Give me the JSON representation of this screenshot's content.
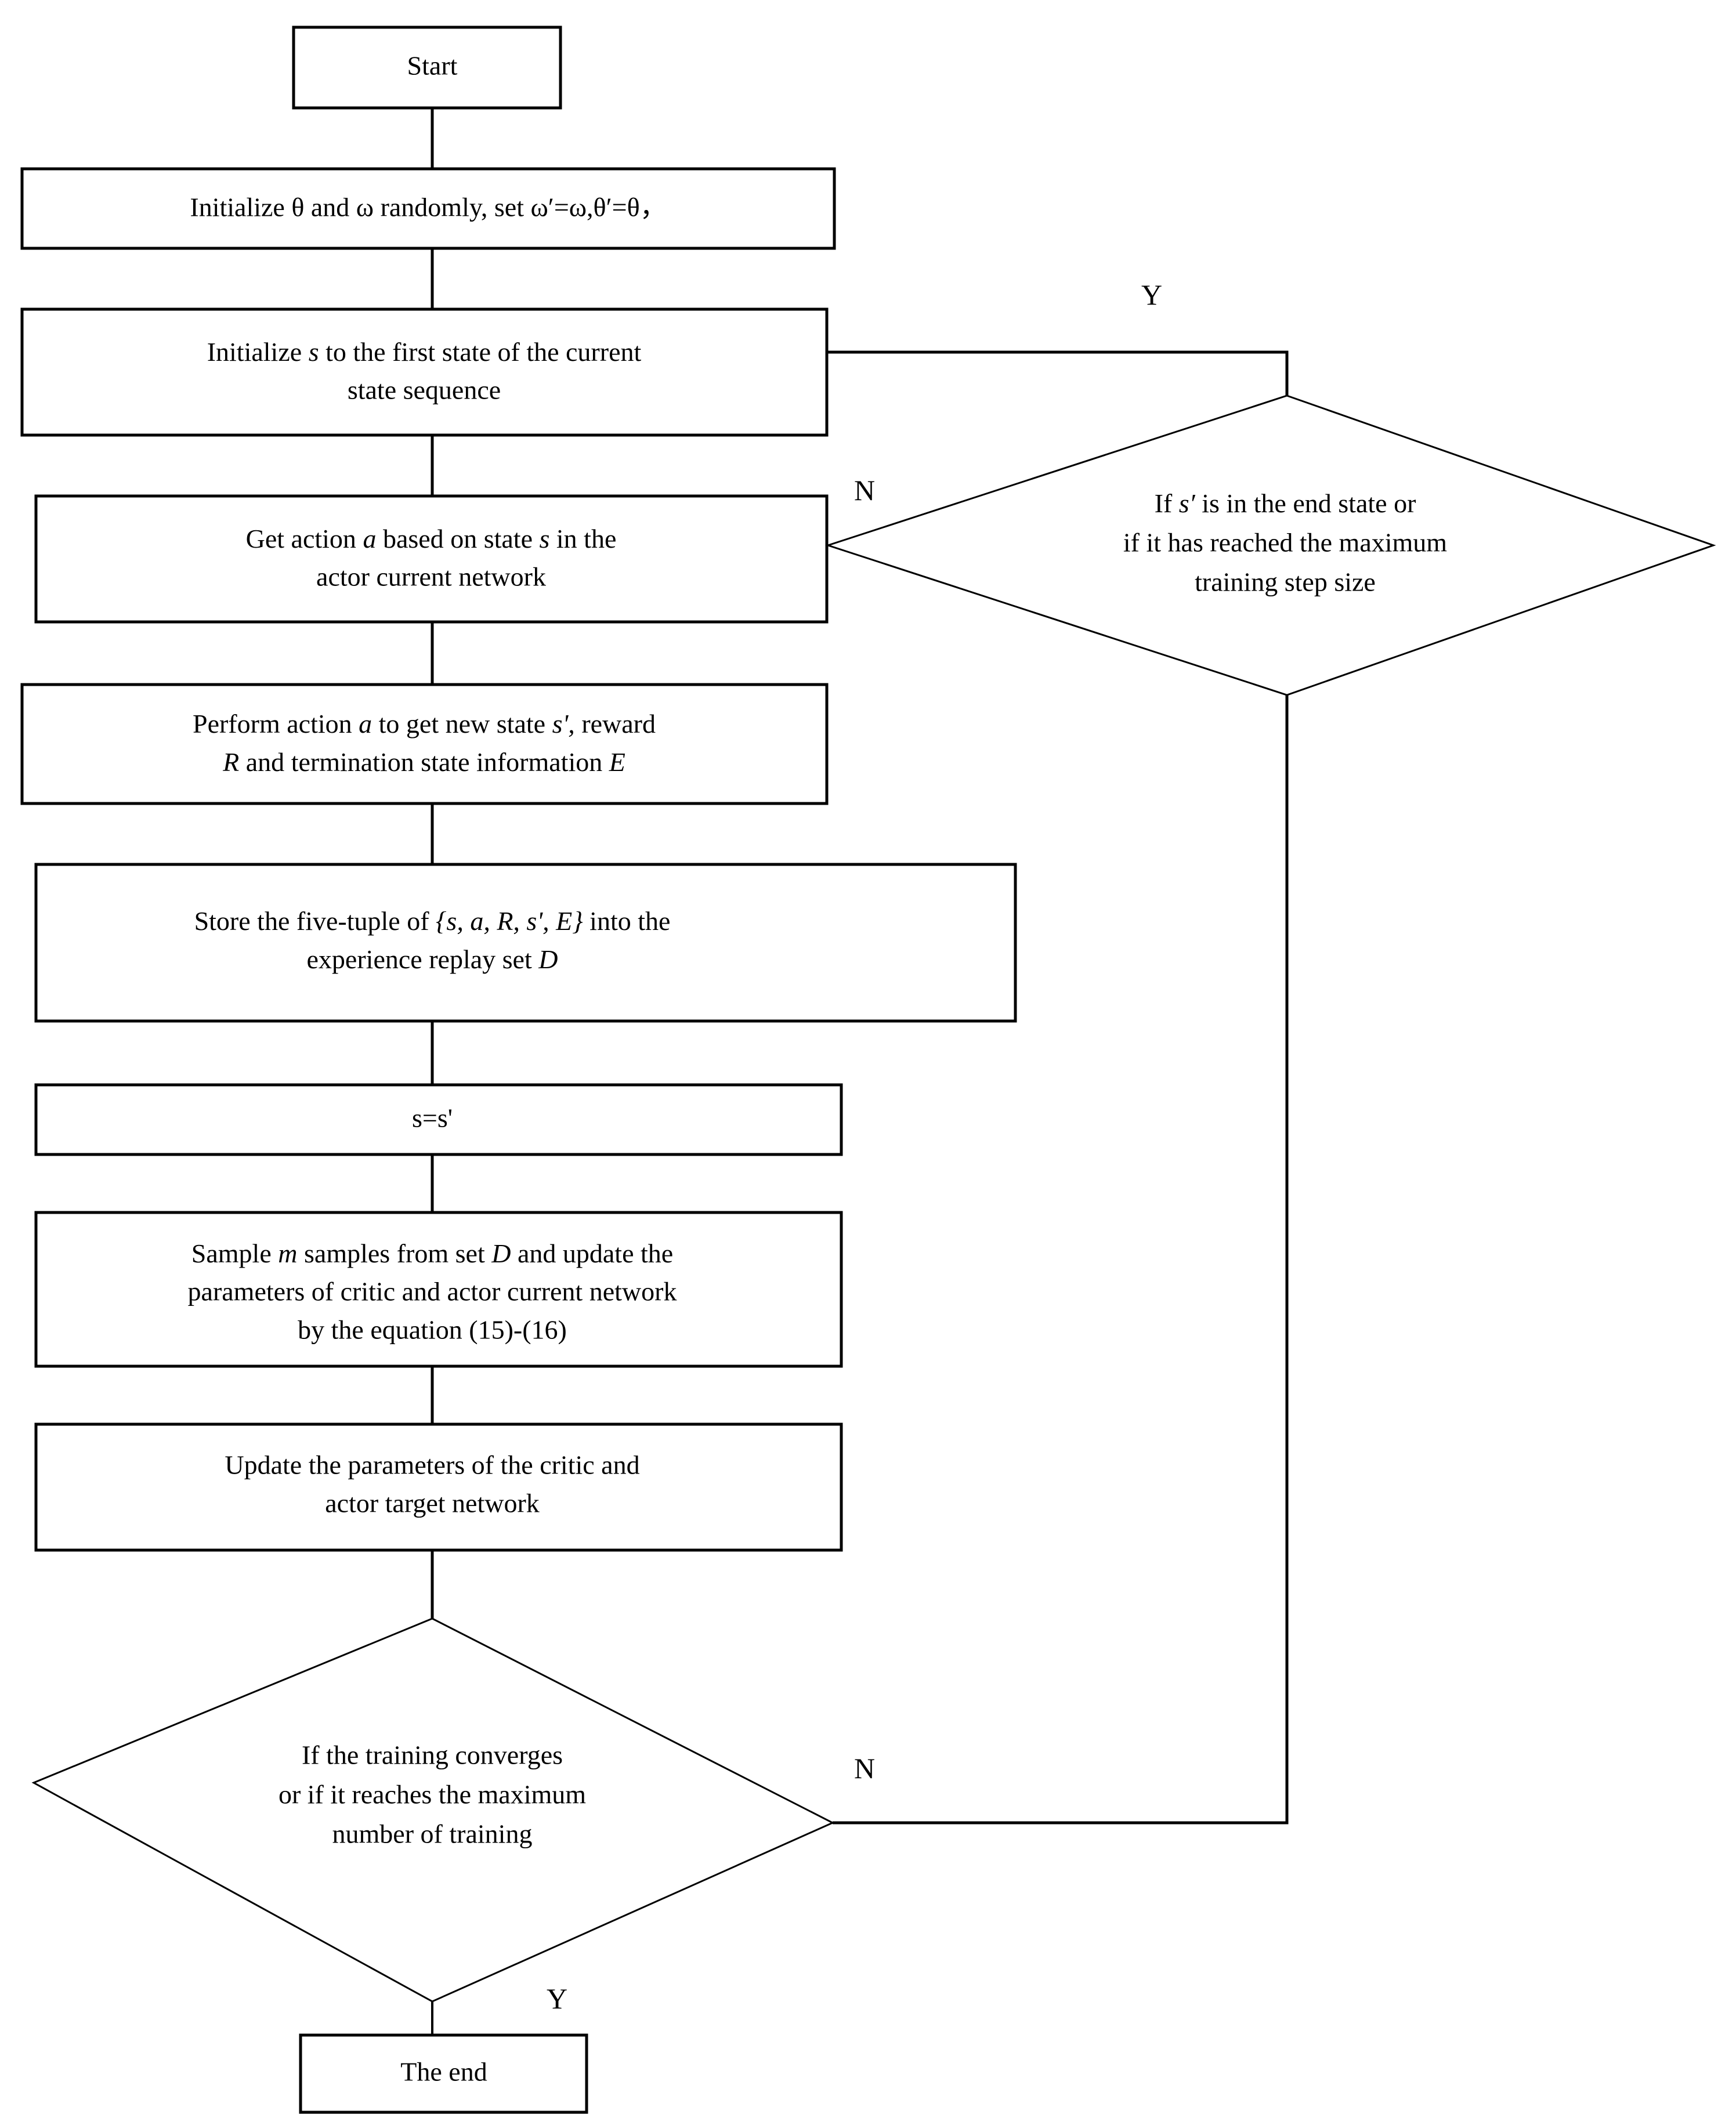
{
  "diagram": {
    "type": "flowchart",
    "title": "DDPG training algorithm flowchart",
    "background_color": "#ffffff",
    "line_color": "#000000",
    "text_color": "#000000"
  },
  "nodes": {
    "start": {
      "shape": "rectangle",
      "label": "Start"
    },
    "init_params": {
      "shape": "rectangle",
      "lines": [
        "Initialize θ and ω randomly, set ω′=ω,θ′=θ，"
      ]
    },
    "init_state": {
      "shape": "rectangle",
      "lines": [
        "Initialize s to the first state of the current",
        "state sequence"
      ]
    },
    "get_action": {
      "shape": "rectangle",
      "lines": [
        "Get action a based on state s in the",
        "actor current network"
      ]
    },
    "perform_action": {
      "shape": "rectangle",
      "lines": [
        "Perform action a to get new state s', reward",
        "R and termination state information E"
      ]
    },
    "store_tuple": {
      "shape": "rectangle",
      "lines": [
        "Store the five-tuple of {s, a, R, s', E} into the",
        "experience replay set D"
      ]
    },
    "assign_state": {
      "shape": "rectangle",
      "lines": [
        "s=s'"
      ]
    },
    "sample_update": {
      "shape": "rectangle",
      "lines": [
        "Sample m samples from set D and update the",
        "parameters of critic and actor current network",
        "by the equation (15)-(16)"
      ]
    },
    "update_target": {
      "shape": "rectangle",
      "lines": [
        "Update the parameters of the critic and",
        "actor target network"
      ]
    },
    "decision_end_state": {
      "shape": "diamond",
      "lines": [
        "If s′ is in the end state or",
        "if it has reached the maximum",
        "training step size"
      ]
    },
    "decision_converge": {
      "shape": "diamond",
      "lines": [
        "If the training converges",
        "or if it reaches the maximum",
        "number of training"
      ]
    },
    "the_end": {
      "shape": "rectangle",
      "label": "The end"
    }
  },
  "branch_labels": {
    "end_state_yes": "Y",
    "end_state_no": "N",
    "converge_no": "N",
    "converge_yes": "Y"
  }
}
